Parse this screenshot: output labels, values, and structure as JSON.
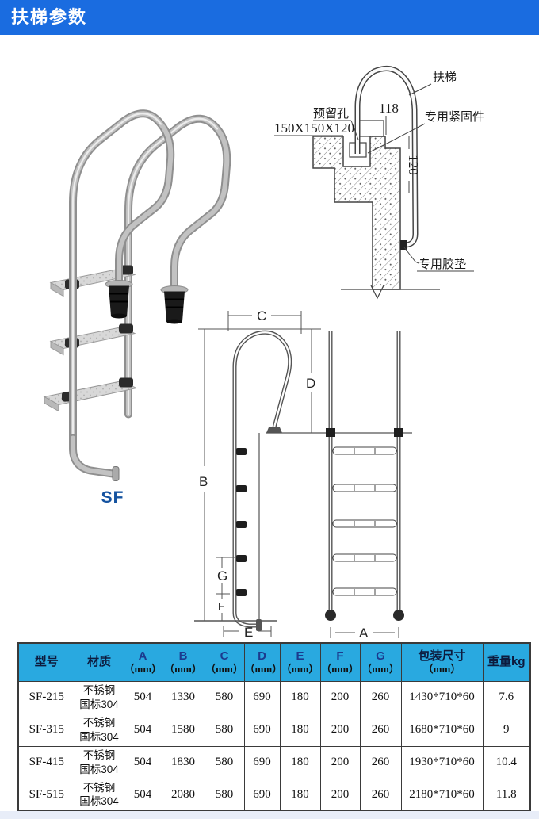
{
  "header": {
    "title": "扶梯参数"
  },
  "product": {
    "series_label": "SF"
  },
  "colors": {
    "header_bar": "#1a6ce0",
    "table_header_bg": "#29a9e0",
    "series_label_text": "#1553a0",
    "header_letter_text": "#1c3a8e"
  },
  "install_diagram": {
    "labels": {
      "handrail": "扶梯",
      "reserved_hole": "预留孔",
      "hole_size": "150X150X120",
      "dim_top": "118",
      "fastener": "专用紧固件",
      "dim_wall": "120",
      "rubber_pad": "专用胶垫"
    }
  },
  "dimension_diagram": {
    "labels": {
      "A": "A",
      "B": "B",
      "C": "C",
      "D": "D",
      "E": "E",
      "F": "F",
      "G": "G"
    }
  },
  "table": {
    "headers": [
      {
        "line1": "型号",
        "line2": ""
      },
      {
        "line1": "材质",
        "line2": ""
      },
      {
        "line1": "A",
        "line2": "（mm）"
      },
      {
        "line1": "B",
        "line2": "（mm）"
      },
      {
        "line1": "C",
        "line2": "（mm）"
      },
      {
        "line1": "D",
        "line2": "（mm）"
      },
      {
        "line1": "E",
        "line2": "（mm）"
      },
      {
        "line1": "F",
        "line2": "（mm）"
      },
      {
        "line1": "G",
        "line2": "（mm）"
      },
      {
        "line1": "包装尺寸",
        "line2": "（mm）"
      },
      {
        "line1": "重量kg",
        "line2": ""
      }
    ],
    "rows": [
      {
        "model": "SF-215",
        "material_lines": [
          "不锈钢",
          "国标304"
        ],
        "a": "504",
        "b": "1330",
        "c": "580",
        "d": "690",
        "e": "180",
        "f": "200",
        "g": "260",
        "package": "1430*710*60",
        "weight": "7.6"
      },
      {
        "model": "SF-315",
        "material_lines": [
          "不锈钢",
          "国标304"
        ],
        "a": "504",
        "b": "1580",
        "c": "580",
        "d": "690",
        "e": "180",
        "f": "200",
        "g": "260",
        "package": "1680*710*60",
        "weight": "9"
      },
      {
        "model": "SF-415",
        "material_lines": [
          "不锈钢",
          "国标304"
        ],
        "a": "504",
        "b": "1830",
        "c": "580",
        "d": "690",
        "e": "180",
        "f": "200",
        "g": "260",
        "package": "1930*710*60",
        "weight": "10.4"
      },
      {
        "model": "SF-515",
        "material_lines": [
          "不锈钢",
          "国标304"
        ],
        "a": "504",
        "b": "2080",
        "c": "580",
        "d": "690",
        "e": "180",
        "f": "200",
        "g": "260",
        "package": "2180*710*60",
        "weight": "11.8"
      }
    ]
  }
}
